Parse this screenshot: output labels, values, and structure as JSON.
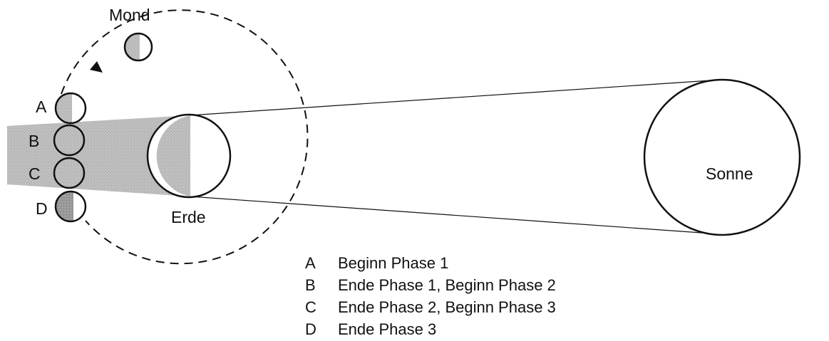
{
  "labels": {
    "moon": "Mond",
    "earth": "Erde",
    "sun": "Sonne"
  },
  "positions": [
    {
      "letter": "A",
      "description": "Beginn Phase 1"
    },
    {
      "letter": "B",
      "description": "Ende Phase 1, Beginn Phase 2"
    },
    {
      "letter": "C",
      "description": "Ende Phase 2, Beginn Phase 3"
    },
    {
      "letter": "D",
      "description": "Ende Phase 3"
    }
  ],
  "colors": {
    "line": "#111111",
    "shadow": "#b9b9b9",
    "moon_shade": "#a8a8a8",
    "background": "#ffffff"
  }
}
